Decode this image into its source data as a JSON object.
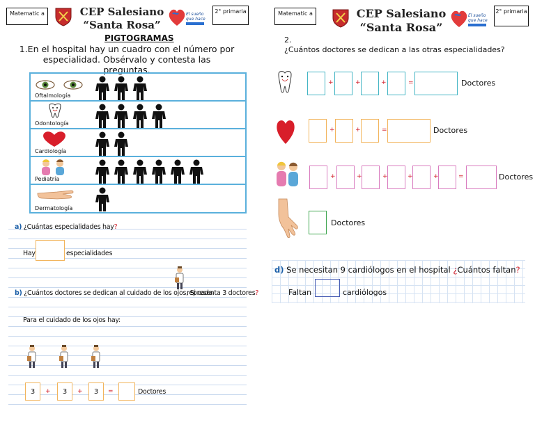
{
  "header_left": {
    "subject": "Matematic a",
    "school_line1": "CEP Salesiano",
    "school_line2": "“Santa Rosa”",
    "grade": "2° primaria"
  },
  "header_right": {
    "subject": "Matematic a",
    "school_line1": "CEP Salesiano",
    "school_line2": "“Santa Rosa”",
    "grade": "2° primaria"
  },
  "logo_text": "El sueño que hace color",
  "left": {
    "title": "PIGTOGRAMAS",
    "intro": "1.En el hospital hay un cuadro con el número por especialidad. Obsérvalo y contesta las preguntas.",
    "pictogram": [
      {
        "label": "Oftalmología",
        "count": 3,
        "icon": "eyes-icon"
      },
      {
        "label": "Odontología",
        "count": 4,
        "icon": "tooth-icon"
      },
      {
        "label": "Cardiología",
        "count": 2,
        "icon": "heart-icon"
      },
      {
        "label": "Pediatría",
        "count": 6,
        "icon": "children-icon"
      },
      {
        "label": "Dermatología",
        "count": 1,
        "icon": "hand-icon"
      }
    ],
    "qa": {
      "tag": "a)",
      "text": " ¿Cuántas especialidades hay",
      "qm": "?",
      "pre": "Hay",
      "post": "especialidades"
    },
    "qb": {
      "tag": "b)",
      "text": " ¿Cuántos doctores se dedican al cuidado de los ojos, Si cada",
      "text2": "representa 3 doctores",
      "qm": "?",
      "sub": "Para el cuidado de los ojos hay:"
    },
    "sum": {
      "values": [
        "3",
        "3",
        "3"
      ],
      "plus": "+",
      "eq": "=",
      "label": "Doctores"
    }
  },
  "right": {
    "number": "2.",
    "title": "¿Cuántos doctores se dedican a las otras especialidades?",
    "plus": "+",
    "eq": "=",
    "doctores": "Doctores",
    "qd": {
      "tag": "d)",
      "text": " Se necesitan 9 cardiólogos en el hospital ",
      "text2": "¿Cuántos faltan",
      "qm": "?",
      "pre": "Faltan",
      "post": "cardiólogos"
    }
  },
  "colors": {
    "picto_border": "#5ab0dc",
    "teal": "#43b5c4",
    "orange": "#f2b45b",
    "pink": "#d97bbf",
    "green": "#3fa64f",
    "blue": "#1b5fa8",
    "red": "#d21f2a"
  }
}
